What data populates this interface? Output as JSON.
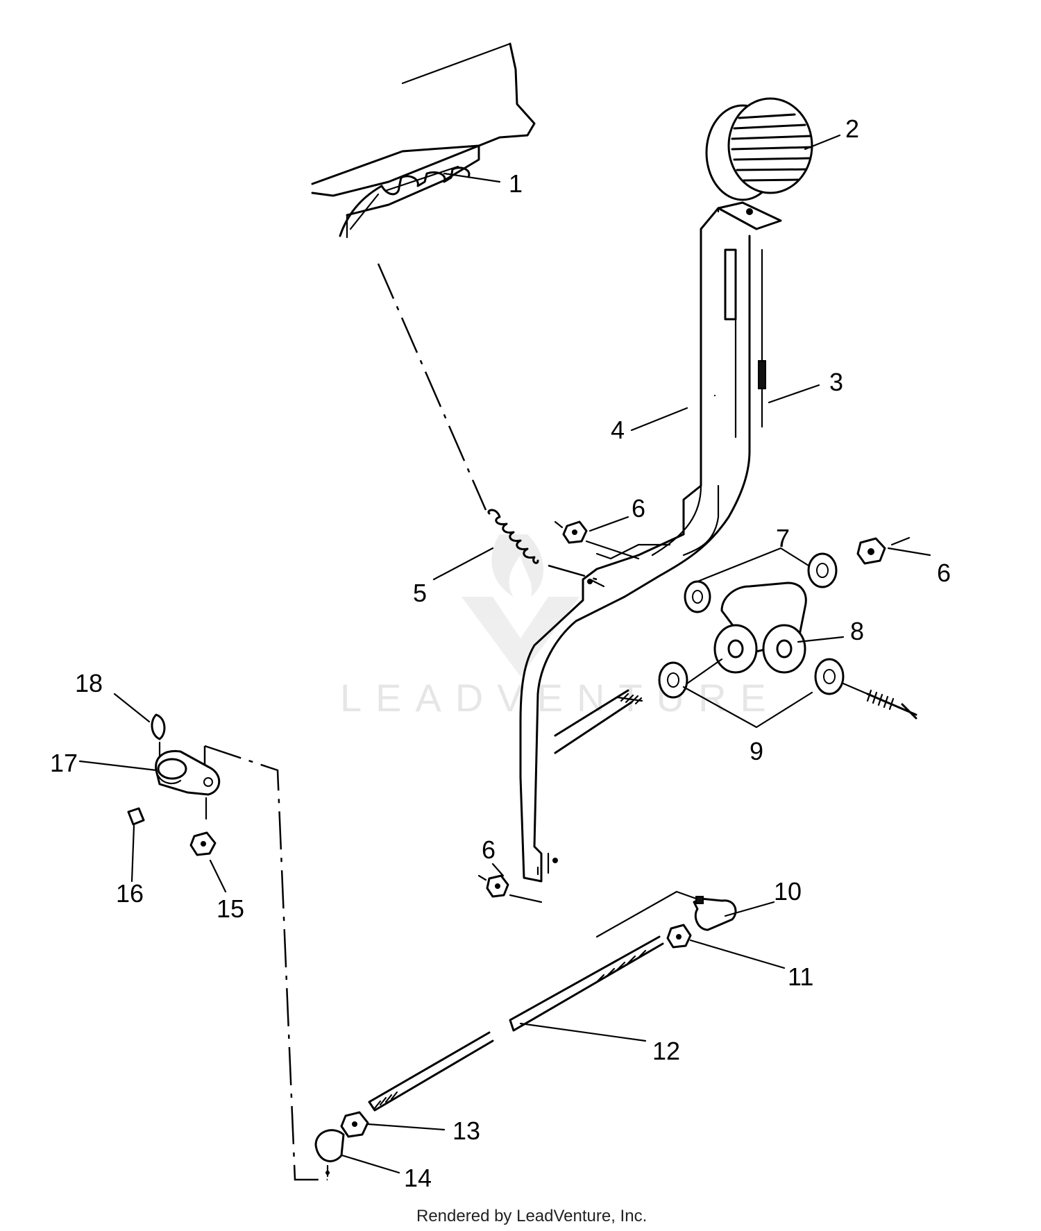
{
  "diagram": {
    "callouts": [
      {
        "id": "c1",
        "label": "1"
      },
      {
        "id": "c2",
        "label": "2"
      },
      {
        "id": "c3",
        "label": "3"
      },
      {
        "id": "c4",
        "label": "4"
      },
      {
        "id": "c5",
        "label": "5"
      },
      {
        "id": "c6a",
        "label": "6"
      },
      {
        "id": "c6b",
        "label": "6"
      },
      {
        "id": "c6c",
        "label": "6"
      },
      {
        "id": "c7",
        "label": "7"
      },
      {
        "id": "c8",
        "label": "8"
      },
      {
        "id": "c9",
        "label": "9"
      },
      {
        "id": "c10",
        "label": "10"
      },
      {
        "id": "c11",
        "label": "11"
      },
      {
        "id": "c12",
        "label": "12"
      },
      {
        "id": "c13",
        "label": "13"
      },
      {
        "id": "c14",
        "label": "14"
      },
      {
        "id": "c15",
        "label": "15"
      },
      {
        "id": "c16",
        "label": "16"
      },
      {
        "id": "c17",
        "label": "17"
      },
      {
        "id": "c18",
        "label": "18"
      }
    ],
    "watermark": "LEADVENTURE",
    "footer": "Rendered by LeadVenture, Inc."
  }
}
